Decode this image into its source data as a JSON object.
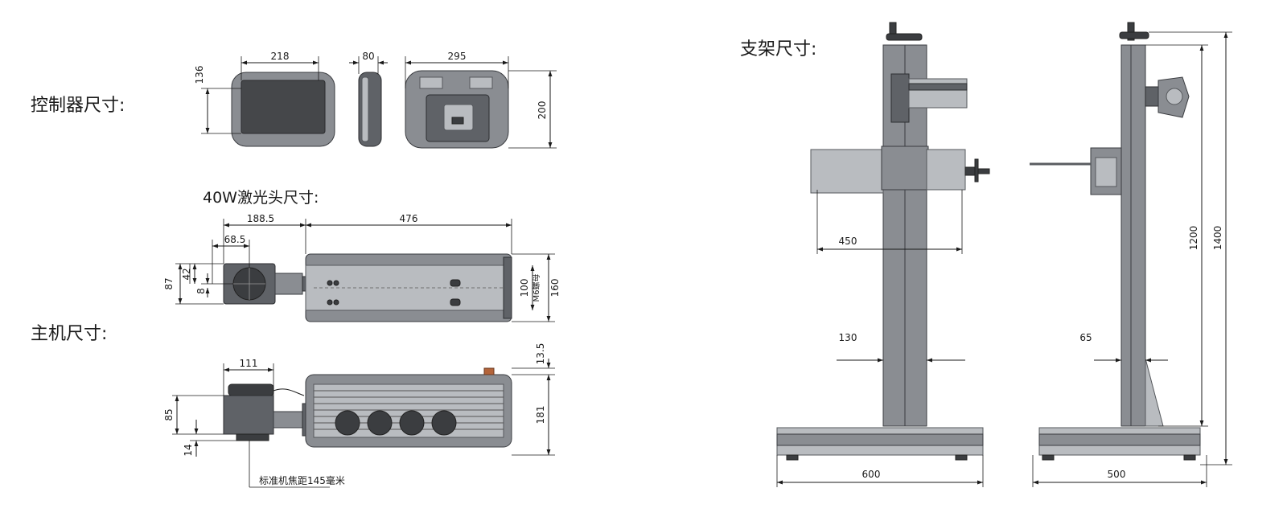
{
  "sections": {
    "controller": "控制器尺寸:",
    "laser_head": "40W激光头尺寸:",
    "host": "主机尺寸:",
    "stand": "支架尺寸:"
  },
  "controller_dims": {
    "width_front": "218",
    "height_front": "136",
    "depth_side": "80",
    "width_back": "295",
    "height_back": "200"
  },
  "laser_head_dims": {
    "d1": "188.5",
    "d2": "476",
    "d3": "68.5",
    "d4": "42",
    "d5": "87",
    "d6": "8",
    "d7": "100",
    "d8": "M6螺母",
    "d9": "160"
  },
  "host_dims": {
    "d1": "111",
    "d2": "13.5",
    "d3": "85",
    "d4": "181",
    "d5": "14",
    "focal_note": "标准机焦距145毫米"
  },
  "stand_dims": {
    "arm": "450",
    "col_front": "130",
    "base_front": "600",
    "col_side": "65",
    "base_side": "500",
    "h_inner": "1200",
    "h_total": "1400"
  }
}
